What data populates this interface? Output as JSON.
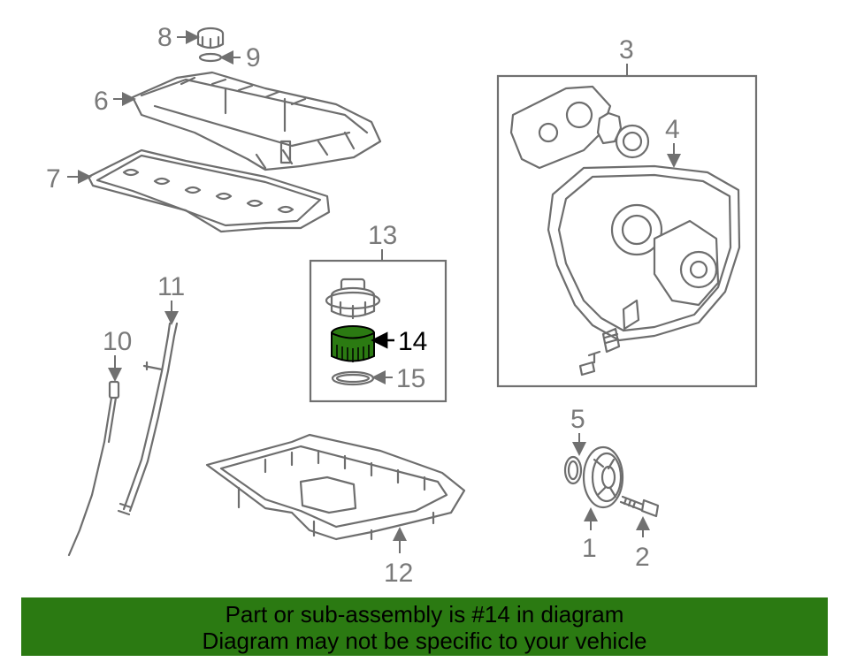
{
  "callouts": {
    "c1": "1",
    "c2": "2",
    "c3": "3",
    "c4": "4",
    "c5": "5",
    "c6": "6",
    "c7": "7",
    "c8": "8",
    "c9": "9",
    "c10": "10",
    "c11": "11",
    "c12": "12",
    "c13": "13",
    "c14": "14",
    "c15": "15"
  },
  "highlight_color": "#2b7a12",
  "banner": {
    "line1": "Part or sub-assembly is #14 in diagram",
    "line2": "Diagram may not be specific to your vehicle"
  }
}
